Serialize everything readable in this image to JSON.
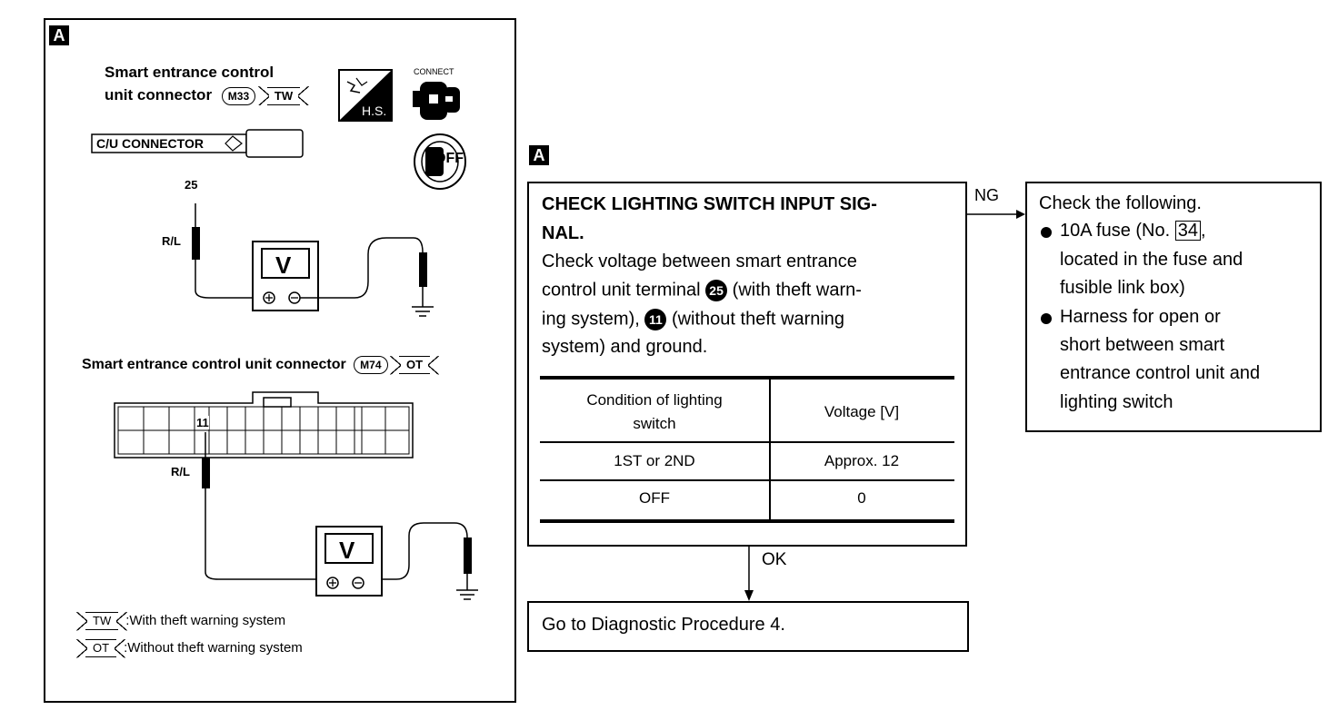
{
  "left_panel": {
    "tag": "A",
    "connector_top": {
      "title_line1": "Smart entrance control",
      "title_line2": "unit connector",
      "connector_code": "M33",
      "variant": "TW",
      "hs_label": "H.S.",
      "connect_label": "CONNECT",
      "cu_connector_label": "C/U CONNECTOR",
      "switch_label": "OFF"
    },
    "probe_top": {
      "terminal": "25",
      "wire": "R/L",
      "meter_label": "V"
    },
    "connector_bottom": {
      "title": "Smart entrance control unit connector",
      "connector_code": "M74",
      "variant": "OT",
      "terminal": "11",
      "wire": "R/L",
      "meter_label": "V"
    },
    "legend": [
      {
        "code": "TW",
        "text": ":With theft warning system"
      },
      {
        "code": "OT",
        "text": ":Without theft warning system"
      }
    ]
  },
  "flow": {
    "tag": "A",
    "check_box": {
      "title_line1": "CHECK LIGHTING SWITCH INPUT SIG-",
      "title_line2": "NAL.",
      "body_line1": "Check voltage between smart entrance",
      "body_line2a": "control unit terminal",
      "body_terminal_a": "25",
      "body_line2b": "(with theft warn-",
      "body_line3a": "ing system),",
      "body_terminal_b": "11",
      "body_line3b": "(without theft warning",
      "body_line4": "system) and ground."
    },
    "table": {
      "headers": [
        "Condition of lighting switch",
        "Voltage [V]"
      ],
      "header_line1": "Condition of lighting",
      "header_line2": "switch",
      "rows": [
        [
          "1ST or 2ND",
          "Approx. 12"
        ],
        [
          "OFF",
          "0"
        ]
      ]
    },
    "ng_label": "NG",
    "ok_label": "OK",
    "ng_box": {
      "title": "Check the following.",
      "item1_line1a": "10A fuse (No.",
      "item1_fuse_no": "34",
      "item1_line1b": ",",
      "item1_line2": "located in the fuse and",
      "item1_line3": "fusible link box)",
      "item2_line1": "Harness for open or",
      "item2_line2": "short between smart",
      "item2_line3": "entrance control unit and",
      "item2_line4": "lighting switch"
    },
    "ok_box": {
      "text": "Go to Diagnostic Procedure 4."
    }
  }
}
